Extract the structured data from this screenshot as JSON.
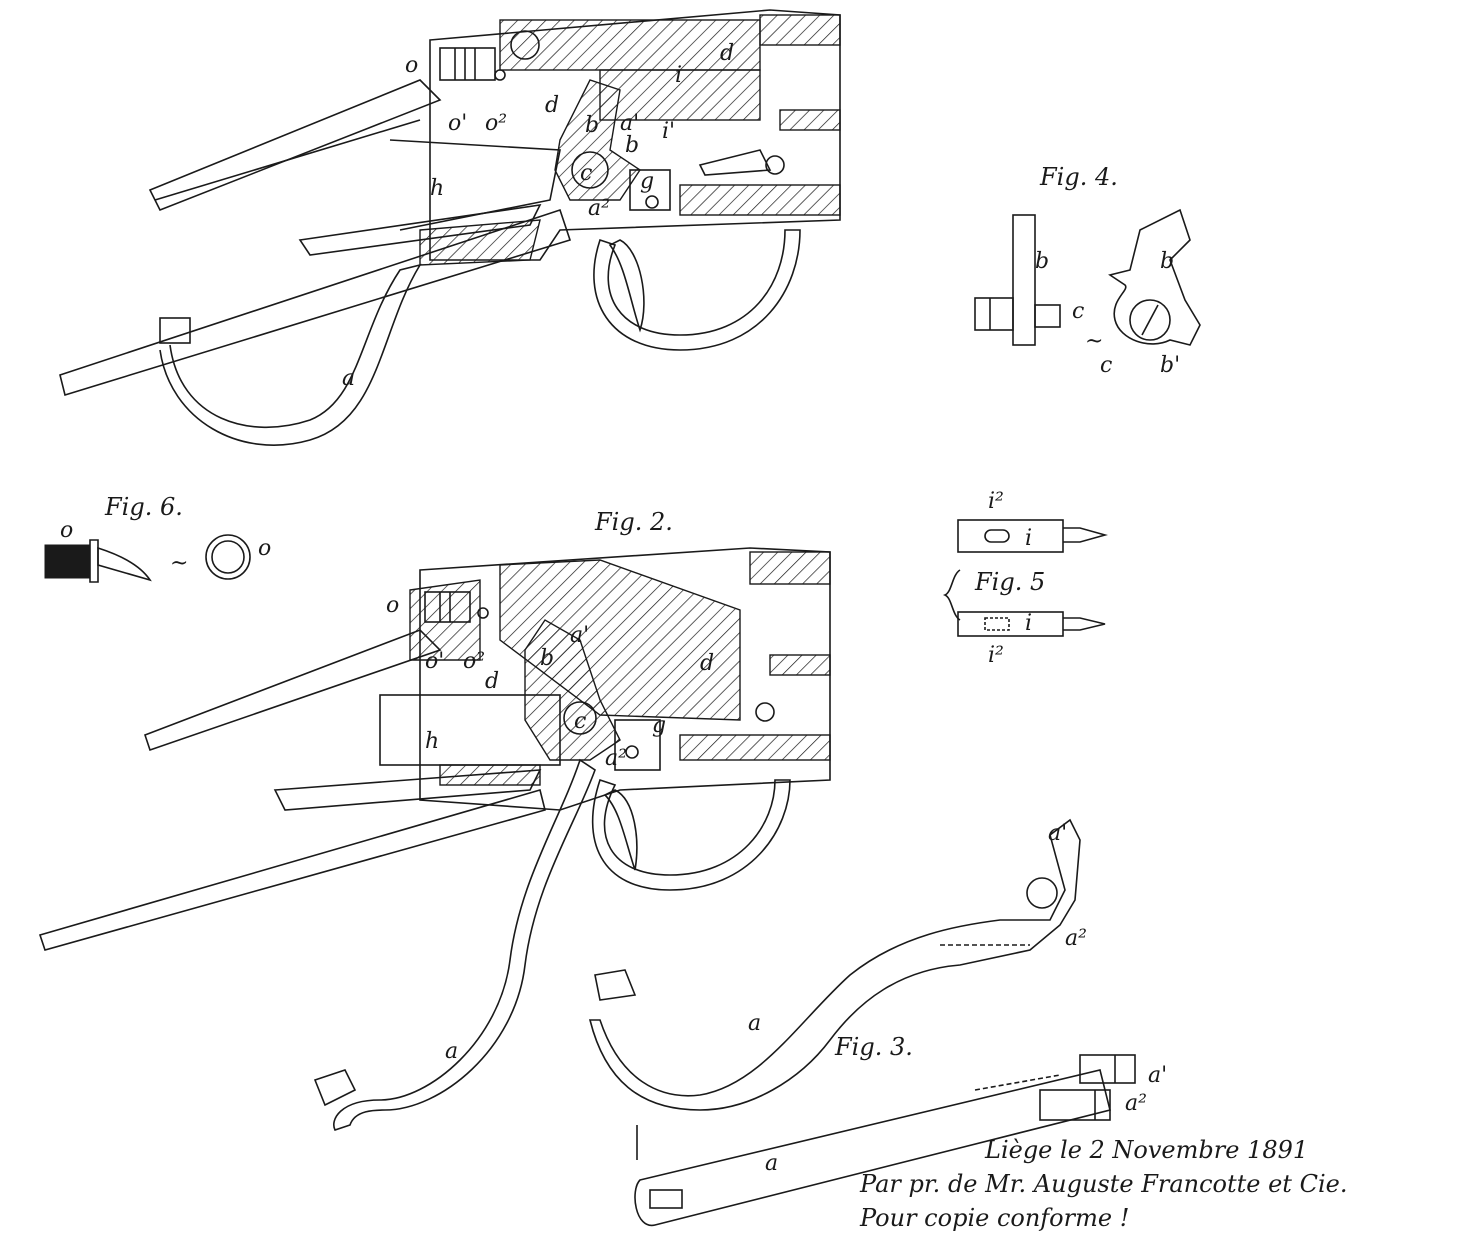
{
  "figures": {
    "fig2": {
      "title": "Fig. 2."
    },
    "fig3": {
      "title": "Fig. 3."
    },
    "fig4": {
      "title": "Fig. 4."
    },
    "fig5": {
      "title": "Fig. 5"
    },
    "fig6": {
      "title": "Fig. 6."
    }
  },
  "labels": {
    "o": "o",
    "o1": "o'",
    "o2": "o²",
    "a": "a",
    "a1": "a'",
    "a2": "a²",
    "b": "b",
    "b1": "b'",
    "c": "c",
    "d": "d",
    "g": "g",
    "h": "h",
    "i": "i",
    "i1": "i'",
    "i2": "i²",
    "tilde": "~"
  },
  "signature": {
    "line1": "Liège le 2 Novembre 1891",
    "line2": "Par pr. de Mr. Auguste Francotte et Cie.",
    "line3": "Pour copie conforme !"
  },
  "colors": {
    "ink": "#1a1a1a",
    "paper": "#ffffff"
  }
}
